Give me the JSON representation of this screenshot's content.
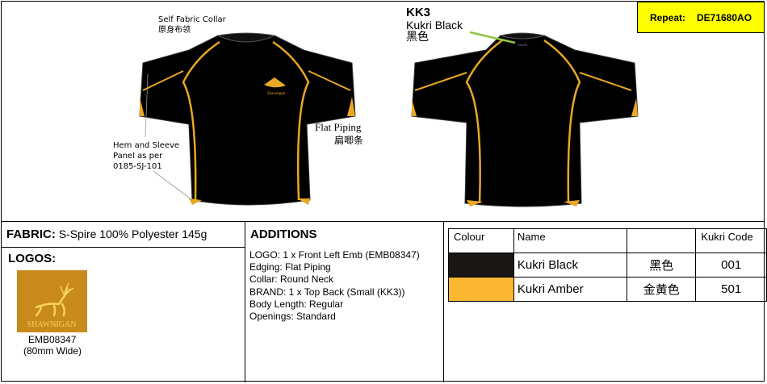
{
  "repeat": {
    "label": "Repeat:",
    "code": "DE71680AO"
  },
  "front": {
    "collar_note_en": "Self Fabric Collar",
    "collar_note_cn": "原身布领",
    "hem_note": [
      "Hem and Sleeve",
      "Panel as per",
      "0185-SJ-101"
    ],
    "piping_note_en": "Flat Piping",
    "piping_note_cn": "扁唧条",
    "chest_logo_text": "Shawnigan"
  },
  "back": {
    "brand_code": "KK3",
    "brand_colour": "Kukri Black",
    "brand_colour_cn": "黑色",
    "neck_label_text": "KUKRI"
  },
  "fabric": {
    "label": "FABRIC:",
    "value": "S-Spire 100% Polyester 145g"
  },
  "logos": {
    "title": "LOGOS:",
    "logo_text": "SHAWNIGAN",
    "code": "EMB08347",
    "size": "(80mm Wide)"
  },
  "additions": {
    "title": "ADDITIONS",
    "items": [
      "LOGO: 1 x Front Left Emb (EMB08347)",
      "Edging: Flat Piping",
      "Collar: Round Neck",
      "BRAND: 1 x Top Back (Small (KK3))",
      "Body Length: Regular",
      "Openings: Standard"
    ]
  },
  "colours": {
    "headers": [
      "Colour",
      "Name",
      "",
      "Kukri Code"
    ],
    "rows": [
      {
        "swatch": "#1a1616",
        "name": "Kukri Black",
        "cn": "黑色",
        "code": "001"
      },
      {
        "swatch": "#fbb731",
        "name": "Kukri Amber",
        "cn": "金黄色",
        "code": "501"
      }
    ]
  },
  "palette": {
    "jersey": "#000000",
    "piping": "#e8a824",
    "highlight": "#ffff00",
    "pointer": "#8dc63f",
    "logo_bg": "#c88a1c"
  }
}
